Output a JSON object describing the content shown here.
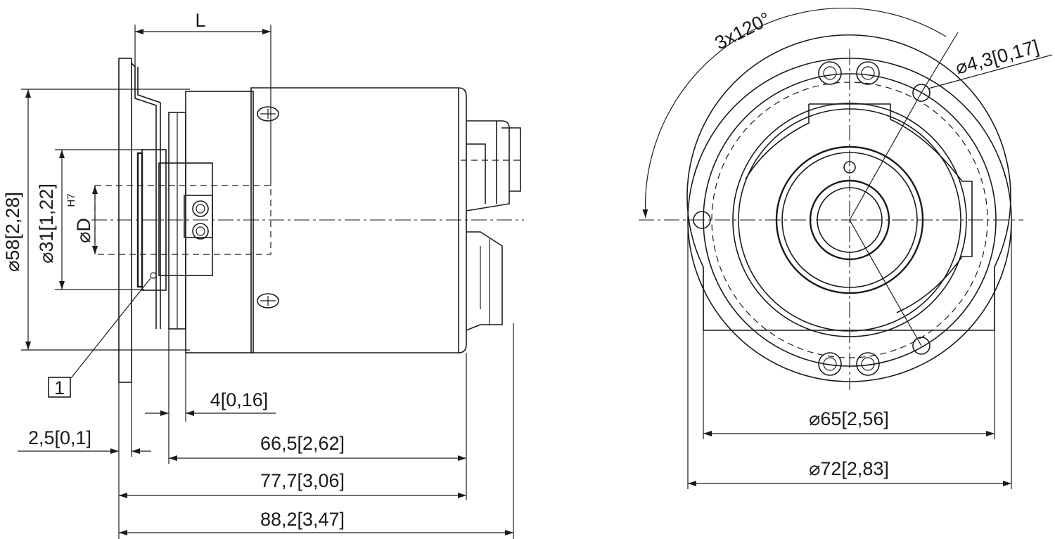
{
  "side_view": {
    "length_label": "L",
    "dia58": "⌀58[2,28]",
    "dia31": "⌀31[1,22]",
    "bore": "⌀D",
    "bore_tol": "H7",
    "callout": "1",
    "dim_4": "4[0,16]",
    "dim_2_5": "2,5[0,1]",
    "dim_66_5": "66,5[2,62]",
    "dim_77_7": "77,7[3,06]",
    "dim_88_2": "88,2[3,47]"
  },
  "front_view": {
    "angle": "3x120°",
    "hole_dia": "⌀4,3[0,17]",
    "dia65": "⌀65[2,56]",
    "dia72": "⌀72[2,83]"
  }
}
